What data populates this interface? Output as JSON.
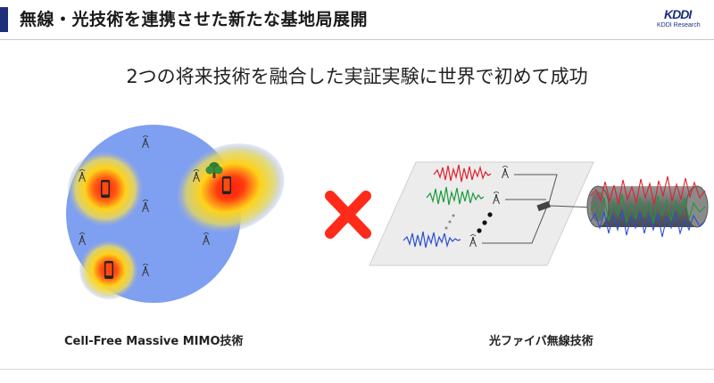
{
  "header": {
    "title": "無線・光技術を連携させた新たな基地局展開",
    "logo_mark": "KDDI",
    "logo_sub": "KDDI Research",
    "accent_color": "#1d2f7a"
  },
  "subtitle": "2つの将来技術を融合した実証実験に世界で初めて成功",
  "left_panel": {
    "caption": "Cell-Free Massive MIMO技術",
    "icons": [
      "antenna-icon",
      "smartphone-icon",
      "tree-icon"
    ],
    "cell_color": "#7f9ff0"
  },
  "combine_symbol": {
    "icon": "cross-icon",
    "color": "#ff2a1a"
  },
  "right_panel": {
    "caption": "光ファイバ無線技術",
    "icons": [
      "antenna-icon",
      "waveform-icon",
      "fiber-cable-icon"
    ],
    "signal_colors": [
      "#e0202a",
      "#1a9a3a",
      "#2a4fd0"
    ]
  }
}
